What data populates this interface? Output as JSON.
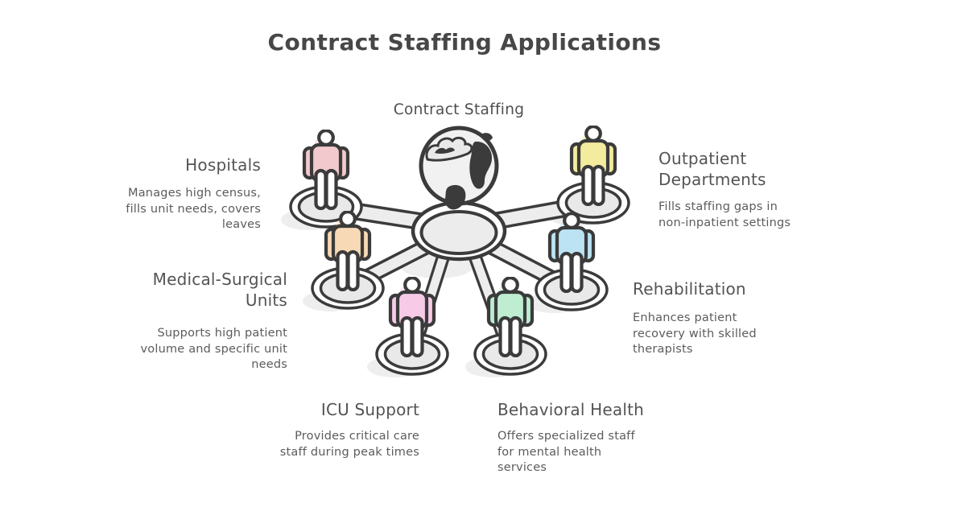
{
  "title": "Contract Staffing Applications",
  "hub": {
    "label": "Contract Staffing",
    "icon": "globe-icon"
  },
  "colors": {
    "outline": "#3B3B3B",
    "platform_fill": "#E9E9E9",
    "spoke_fill": "#EDEDED",
    "title_text": "#474747",
    "heading_text": "#545454",
    "body_text": "#5C5C5C",
    "background": "#FFFFFF"
  },
  "nodes": [
    {
      "id": "hospitals",
      "label": "Hospitals",
      "description": "Manages high census,\nfills unit needs, covers\nleaves",
      "color": "#F2C9CC",
      "align": "right"
    },
    {
      "id": "medical-surgical-units",
      "label": "Medical-Surgical\nUnits",
      "description": "Supports high patient\nvolume and specific unit\nneeds",
      "color": "#F8D9B5",
      "align": "right"
    },
    {
      "id": "icu-support",
      "label": "ICU Support",
      "description": "Provides critical care\nstaff during peak times",
      "color": "#F7CBE7",
      "align": "right"
    },
    {
      "id": "behavioral-health",
      "label": "Behavioral Health",
      "description": "Offers specialized staff\nfor mental health\nservices",
      "color": "#BEEDD2",
      "align": "left"
    },
    {
      "id": "rehabilitation",
      "label": "Rehabilitation",
      "description": "Enhances patient\nrecovery with skilled\ntherapists",
      "color": "#BCE3F4",
      "align": "left"
    },
    {
      "id": "outpatient-departments",
      "label": "Outpatient\nDepartments",
      "description": "Fills staffing gaps in\nnon-inpatient settings",
      "color": "#F3EB9D",
      "align": "left"
    }
  ]
}
